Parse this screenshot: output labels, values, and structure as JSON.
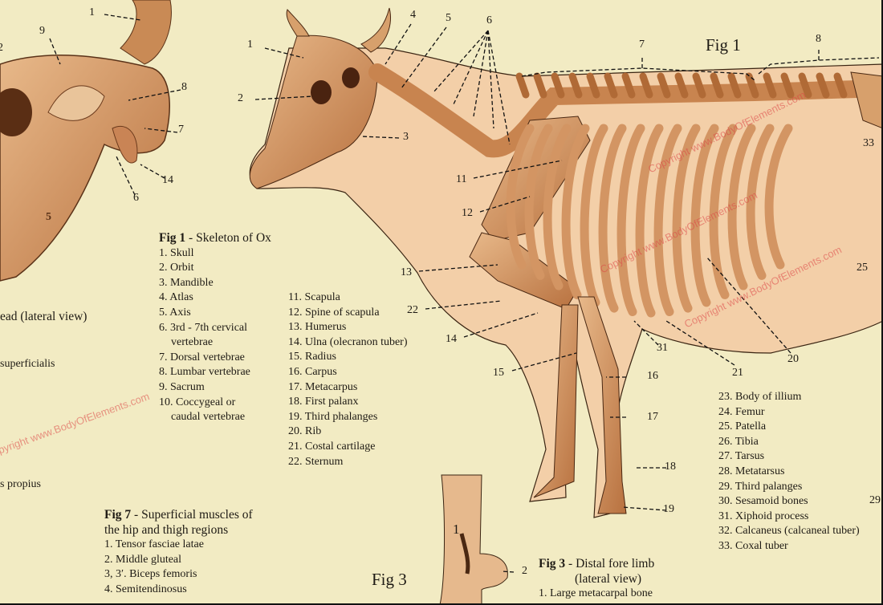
{
  "colors": {
    "paper": "#f2ebc3",
    "bone": "#d99b6a",
    "bone_dark": "#a9673a",
    "skin": "#f3cfa8",
    "ink": "#1e1a14",
    "watermark": "#dc4646"
  },
  "watermark": "Copyright www.BodyOfElements.com",
  "fig1": {
    "label": "Fig 1",
    "title_bold": "Fig 1",
    "title_rest": " - Skeleton of Ox",
    "items_a": [
      "1. Skull",
      "2. Orbit",
      "3. Mandible",
      "4. Atlas",
      "5. Axis",
      "6. 3rd - 7th cervical",
      "vertebrae",
      "7. Dorsal vertebrae",
      "8. Lumbar vertebrae",
      "9. Sacrum",
      "10. Coccygeal or",
      "caudal vertebrae"
    ],
    "items_b": [
      "11. Scapula",
      "12. Spine of scapula",
      "13. Humerus",
      "14. Ulna (olecranon tuber)",
      "15. Radius",
      "16. Carpus",
      "17. Metacarpus",
      "18. First palanx",
      "19. Third phalanges",
      "20. Rib",
      "21. Costal cartilage",
      "22. Sternum"
    ],
    "items_c": [
      "23. Body of illium",
      "24. Femur",
      "25. Patella",
      "26. Tibia",
      "27. Tarsus",
      "28. Metatarsus",
      "29. Third palanges",
      "30. Sesamoid bones",
      "31. Xiphoid process",
      "32. Calcaneus (calcaneal tuber)",
      "33. Coxal tuber"
    ],
    "callouts": [
      "1",
      "2",
      "3",
      "4",
      "5",
      "6",
      "7",
      "8",
      "11",
      "12",
      "13",
      "22",
      "14",
      "15",
      "16",
      "17",
      "18",
      "19",
      "31",
      "21",
      "20",
      "25",
      "33",
      "29"
    ]
  },
  "head_fig": {
    "partial_title": "ead (lateral view)",
    "partial_items": [
      "superficialis",
      "s propius"
    ],
    "callouts": [
      "1",
      "9",
      "2",
      "8",
      "7",
      "14",
      "6",
      "5"
    ]
  },
  "fig7": {
    "title_bold": "Fig 7",
    "title_rest": " - Superficial muscles of",
    "title_line2": "the hip and thigh regions",
    "items": [
      "1. Tensor fasciae latae",
      "2. Middle gluteal",
      "3, 3′. Biceps femoris",
      "4. Semitendinosus"
    ]
  },
  "fig3": {
    "label": "Fig 3",
    "title_bold": "Fig 3",
    "title_rest": " - Distal fore limb",
    "title_line2": "(lateral view)",
    "items": [
      "1. Large metacarpal bone"
    ],
    "callouts": [
      "1",
      "2"
    ]
  }
}
